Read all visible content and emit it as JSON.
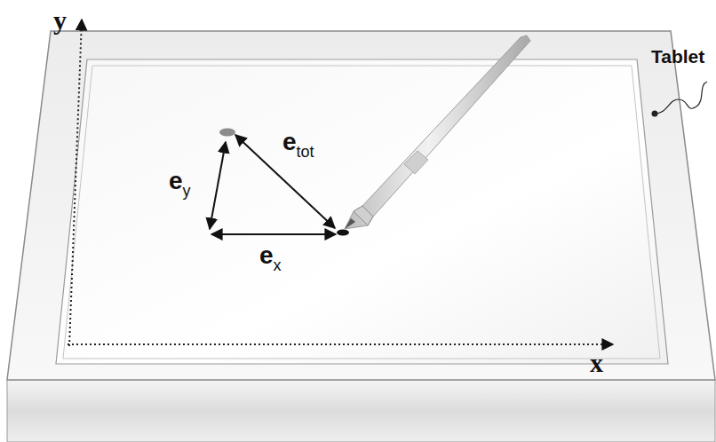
{
  "diagram": {
    "labels": [
      "y",
      "x",
      "ey",
      "ex",
      "etot",
      "Tablet"
    ]
  }
}
